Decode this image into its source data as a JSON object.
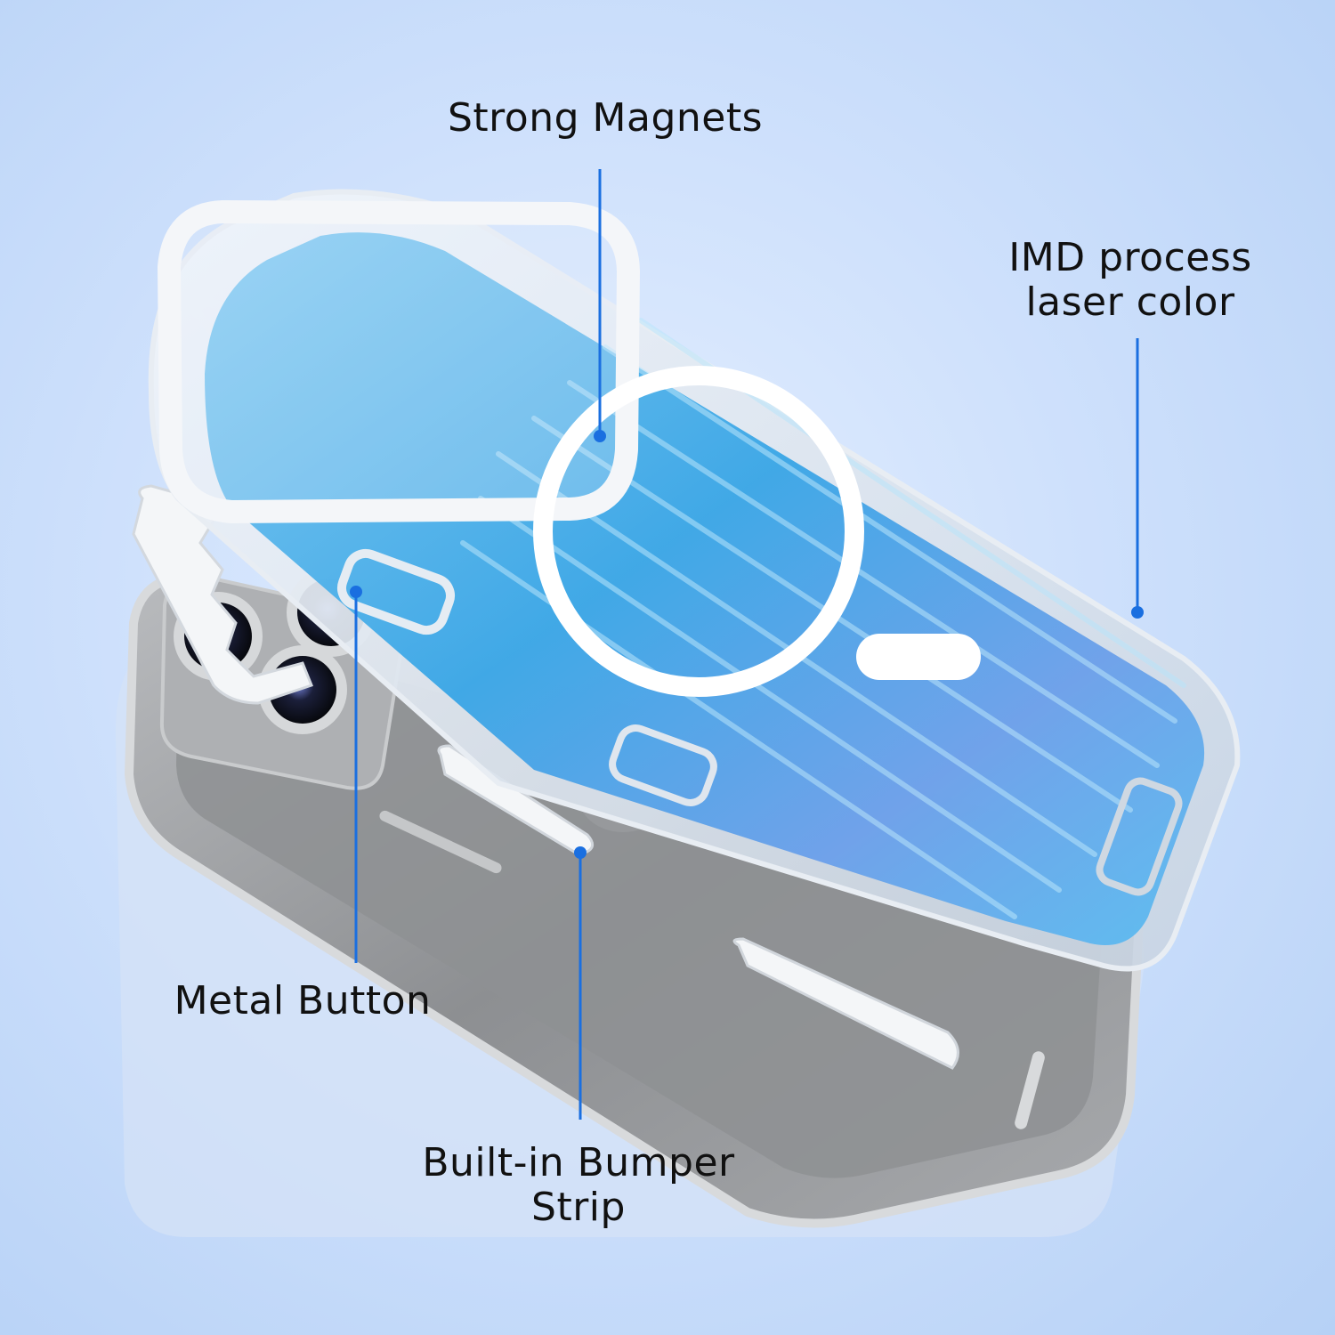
{
  "colors": {
    "accent_line": "#1a6fe0",
    "case_blue": "#4fb3ea",
    "case_blue_light": "#9fd8f6",
    "phone_gray": "#8a8c8f",
    "background": "#cfe1fc"
  },
  "callouts": {
    "magnets": {
      "lines": [
        "Strong Magnets"
      ]
    },
    "imd": {
      "lines": [
        "IMD process",
        "laser color"
      ]
    },
    "metal_button": {
      "lines": [
        "Metal Button"
      ]
    },
    "bumper": {
      "lines": [
        "Built-in Bumper",
        "Strip"
      ]
    }
  }
}
